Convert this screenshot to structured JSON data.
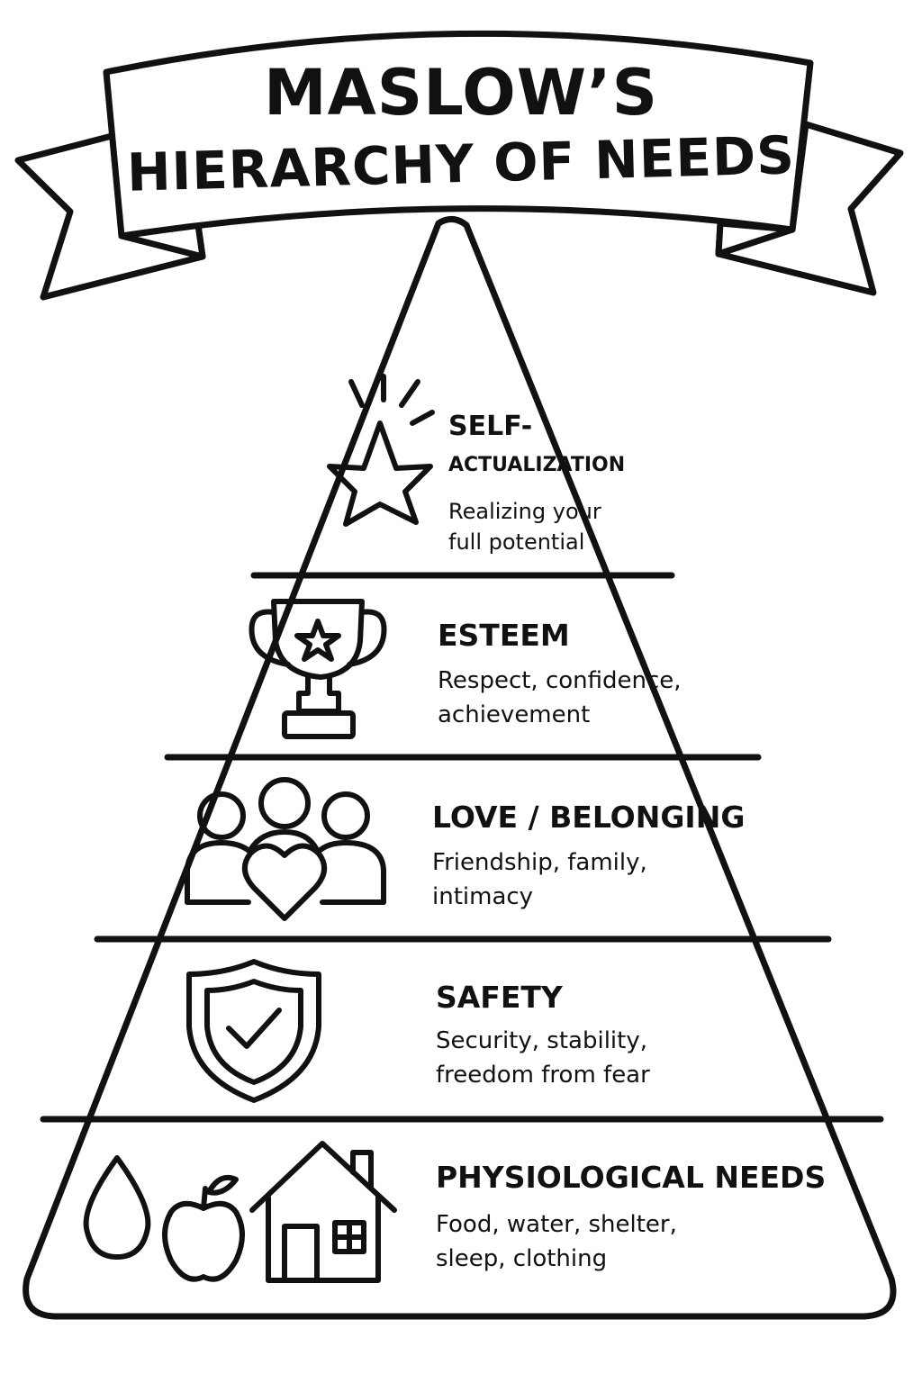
{
  "title": {
    "line1": "MASLOW’S",
    "line2": "HIERARCHY OF NEEDS"
  },
  "levels": [
    {
      "name": "SELF-",
      "name2": "ACTUALIZATION",
      "description": [
        "Realizing your",
        "full potential"
      ],
      "icon": "star-icon"
    },
    {
      "name": "ESTEEM",
      "description": [
        "Respect, confidence,",
        "achievement"
      ],
      "icon": "trophy-icon"
    },
    {
      "name": "LOVE / BELONGING",
      "description": [
        "Friendship, family,",
        "intimacy"
      ],
      "icon": "people-heart-icon"
    },
    {
      "name": "SAFETY",
      "description": [
        "Security, stability,",
        "freedom from fear"
      ],
      "icon": "shield-check-icon"
    },
    {
      "name": "PHYSIOLOGICAL NEEDS",
      "description": [
        "Food, water, shelter,",
        "sleep, clothing"
      ],
      "icons": [
        "water-drop-icon",
        "apple-icon",
        "house-icon"
      ]
    }
  ],
  "colors": {
    "line": "#111111",
    "fill": "#ffffff"
  }
}
